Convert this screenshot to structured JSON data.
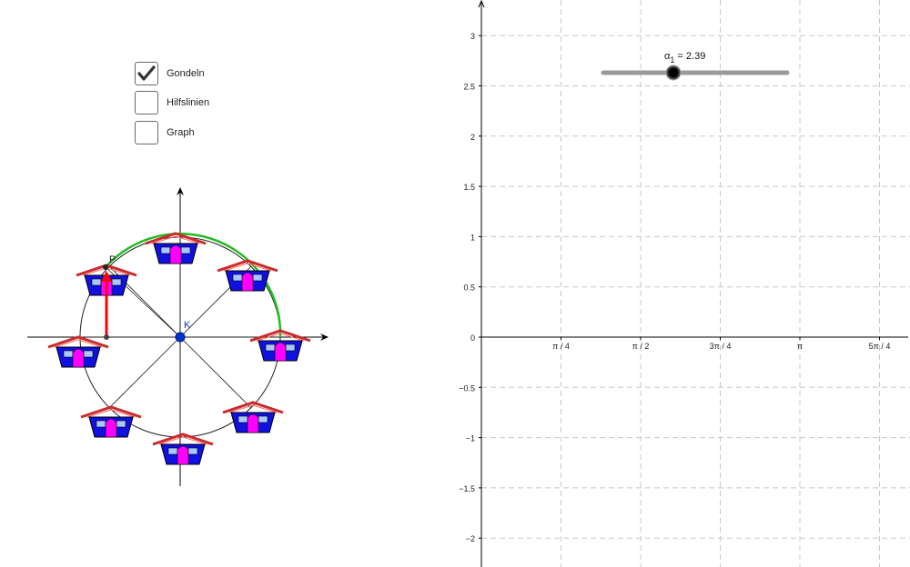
{
  "checkboxes": [
    {
      "label": "Gondeln",
      "checked": true
    },
    {
      "label": "Hilfslinien",
      "checked": false
    },
    {
      "label": "Graph",
      "checked": false
    }
  ],
  "wheel": {
    "point_labels": {
      "center": "K",
      "moving": "P"
    },
    "gondola_count": 8,
    "colors": {
      "gondola_body": "#1010e0",
      "gondola_door": "#ff00ff",
      "gondola_roof": "#e03030",
      "window": "#a8c8ff",
      "arc": "#22bb22",
      "height_vector": "#ff0000",
      "center_point": "#0033cc"
    }
  },
  "slider": {
    "name": "α",
    "subscript": "1",
    "value": "2.39",
    "numeric_value": 2.39
  },
  "axes": {
    "x_tick_labels": [
      "π / 4",
      "π / 2",
      "3π / 4",
      "π",
      "5π / 4"
    ],
    "y_tick_labels": [
      "3",
      "2.5",
      "2",
      "1.5",
      "1",
      "0.5",
      "0",
      "−0.5",
      "−1",
      "−1.5",
      "−2"
    ],
    "grid": true
  }
}
